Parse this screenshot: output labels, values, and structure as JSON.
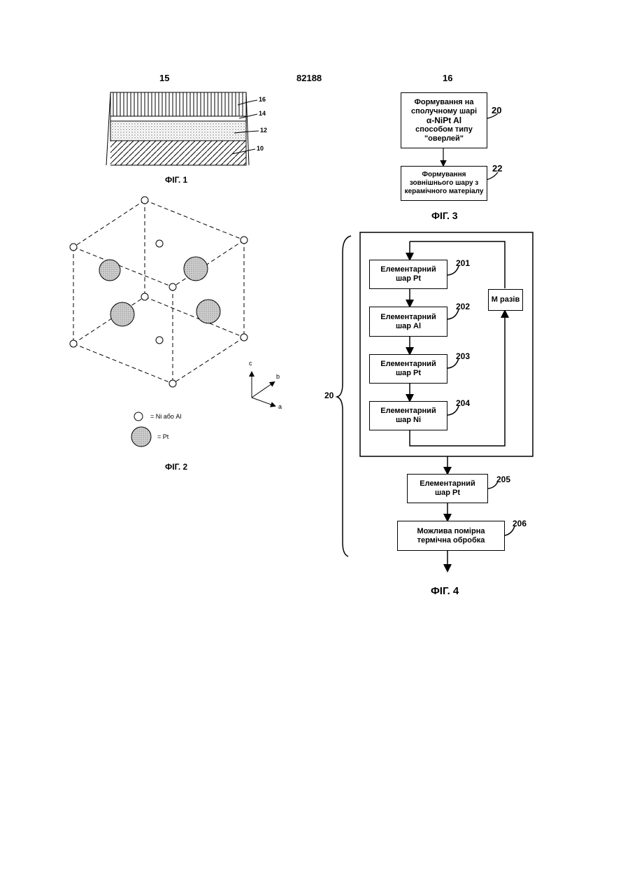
{
  "header": {
    "left_page": "15",
    "doc_number": "82188",
    "right_page": "16"
  },
  "fig1": {
    "caption": "ФІГ. 1",
    "refs": [
      "16",
      "14",
      "12",
      "10"
    ]
  },
  "fig2": {
    "caption": "ФІГ. 2",
    "axes": {
      "c": "c",
      "b": "b",
      "a": "a"
    },
    "legend": {
      "small": "= Ni або Al",
      "large": "= Pt"
    }
  },
  "fig3": {
    "caption": "ФІГ. 3",
    "box1": {
      "lines": [
        "Формування на",
        "сполучному шарі",
        "α-NiPt Al",
        "способом типу",
        "\"оверлей\""
      ],
      "ref": "20"
    },
    "box2": {
      "lines": [
        "Формування",
        "зовнішнього шару з",
        "керамічного матеріалу"
      ],
      "ref": "22"
    }
  },
  "fig4": {
    "caption": "ФІГ. 4",
    "brace_ref": "20",
    "loop_label": "M разів",
    "steps": [
      {
        "line1": "Елементарний",
        "line2": "шар Pt",
        "ref": "201"
      },
      {
        "line1": "Елементарний",
        "line2": "шар Al",
        "ref": "202"
      },
      {
        "line1": "Елементарний",
        "line2": "шар Pt",
        "ref": "203"
      },
      {
        "line1": "Елементарний",
        "line2": "шар Ni",
        "ref": "204"
      },
      {
        "line1": "Елементарний",
        "line2": "шар Pt",
        "ref": "205"
      },
      {
        "line1": "Можлива помірна",
        "line2": "термічна обробка",
        "ref": "206"
      }
    ]
  }
}
